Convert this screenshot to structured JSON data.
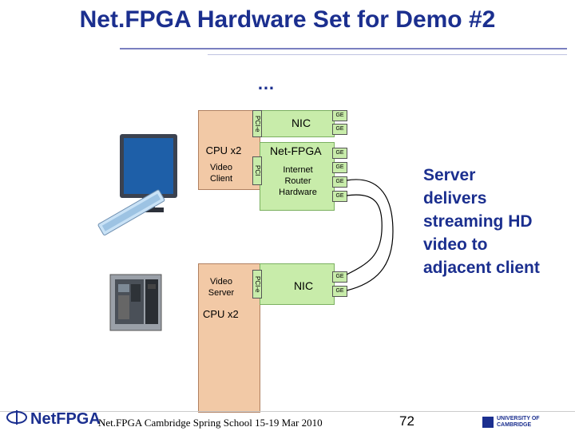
{
  "title": "Net.FPGA Hardware Set for Demo #2",
  "ellipsis": "…",
  "top_host": {
    "cpu_label": "CPU x2",
    "client_label": "Video Client",
    "pcie_label": "PCI-e",
    "pci_label": "PCI",
    "nic_label": "NIC",
    "netfpga_label": "Net-FPGA",
    "router_label": "Internet Router Hardware"
  },
  "bottom_host": {
    "cpu_label": "CPU x2",
    "server_label": "Video Server",
    "pcie_label": "PCI-e",
    "nic_label": "NIC"
  },
  "ge_label": "GE",
  "description": "Server delivers streaming HD video to adjacent client",
  "footer": {
    "brand": "NetFPGA",
    "event": "Net.FPGA Cambridge Spring School 15-19 Mar 2010",
    "page_number": "72",
    "university": "UNIVERSITY OF CAMBRIDGE"
  },
  "colors": {
    "title": "#1b2f8f",
    "cpu": "#f2c9a6",
    "card": "#c8ecaa"
  }
}
